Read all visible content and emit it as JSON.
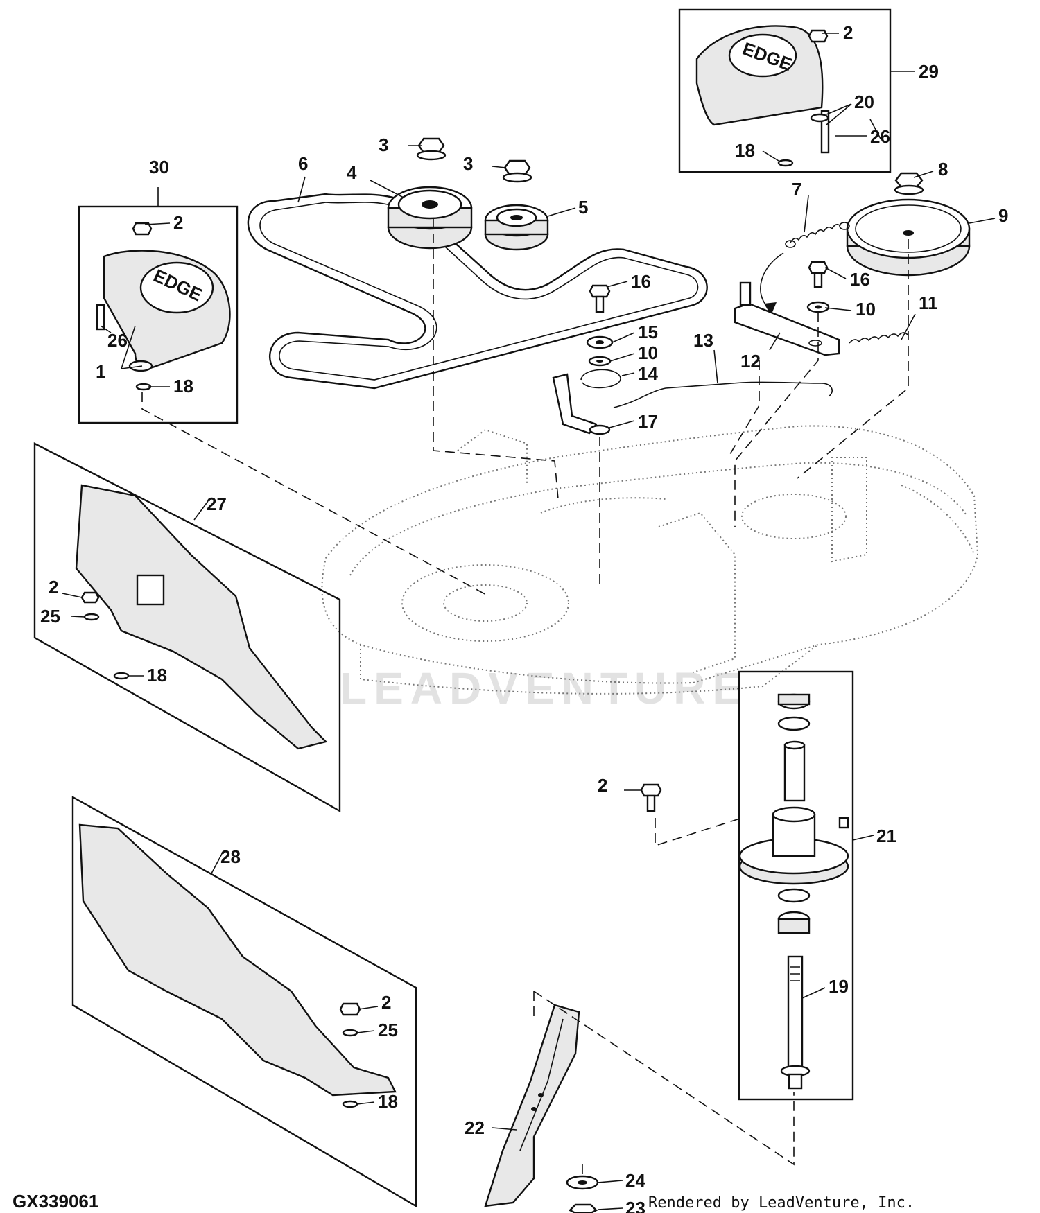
{
  "drawing_code": "GX339061",
  "credit": "Rendered by LeadVenture, Inc.",
  "watermark": "LEADVENTURE",
  "cover_logo_left": "EDGE",
  "cover_logo_right": "EDGE",
  "callouts": [
    {
      "key": "c1",
      "text": "1"
    },
    {
      "key": "c2a",
      "text": "2"
    },
    {
      "key": "c2b",
      "text": "2"
    },
    {
      "key": "c2c",
      "text": "2"
    },
    {
      "key": "c2d",
      "text": "2"
    },
    {
      "key": "c2e",
      "text": "2"
    },
    {
      "key": "c3a",
      "text": "3"
    },
    {
      "key": "c3b",
      "text": "3"
    },
    {
      "key": "c4",
      "text": "4"
    },
    {
      "key": "c5",
      "text": "5"
    },
    {
      "key": "c6",
      "text": "6"
    },
    {
      "key": "c7",
      "text": "7"
    },
    {
      "key": "c8",
      "text": "8"
    },
    {
      "key": "c9",
      "text": "9"
    },
    {
      "key": "c10a",
      "text": "10"
    },
    {
      "key": "c10b",
      "text": "10"
    },
    {
      "key": "c11",
      "text": "11"
    },
    {
      "key": "c12",
      "text": "12"
    },
    {
      "key": "c13",
      "text": "13"
    },
    {
      "key": "c14",
      "text": "14"
    },
    {
      "key": "c15",
      "text": "15"
    },
    {
      "key": "c16a",
      "text": "16"
    },
    {
      "key": "c16b",
      "text": "16"
    },
    {
      "key": "c17",
      "text": "17"
    },
    {
      "key": "c18a",
      "text": "18"
    },
    {
      "key": "c18b",
      "text": "18"
    },
    {
      "key": "c18c",
      "text": "18"
    },
    {
      "key": "c18d",
      "text": "18"
    },
    {
      "key": "c19",
      "text": "19"
    },
    {
      "key": "c20",
      "text": "20"
    },
    {
      "key": "c21",
      "text": "21"
    },
    {
      "key": "c22",
      "text": "22"
    },
    {
      "key": "c23",
      "text": "23"
    },
    {
      "key": "c24",
      "text": "24"
    },
    {
      "key": "c25a",
      "text": "25"
    },
    {
      "key": "c25b",
      "text": "25"
    },
    {
      "key": "c26a",
      "text": "26"
    },
    {
      "key": "c26b",
      "text": "26"
    },
    {
      "key": "c27",
      "text": "27"
    },
    {
      "key": "c28",
      "text": "28"
    },
    {
      "key": "c29",
      "text": "29"
    },
    {
      "key": "c30",
      "text": "30"
    }
  ]
}
